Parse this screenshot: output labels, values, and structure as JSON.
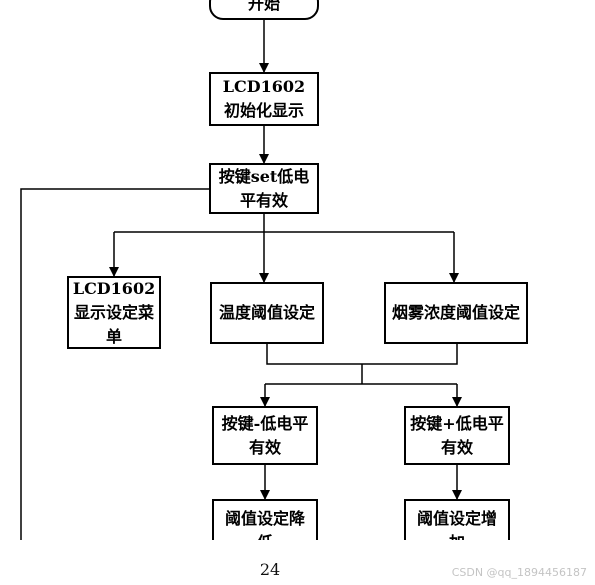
{
  "flowchart": {
    "nodes": {
      "start": "开始",
      "lcd_init": "LCD1602初始化显示",
      "key_set_low": "按键set低电平有效",
      "lcd_menu": "LCD1602显示设定菜单",
      "temp_threshold": "温度阈值设定",
      "smoke_threshold": "烟雾浓度阈值设定",
      "key_minus_low": "按键-低电平有效",
      "key_plus_low": "按键+低电平有效",
      "threshold_decrease": "阈值设定降低",
      "threshold_increase": "阈值设定增加"
    }
  },
  "page_number": "24",
  "watermark": "CSDN @qq_1894456187"
}
